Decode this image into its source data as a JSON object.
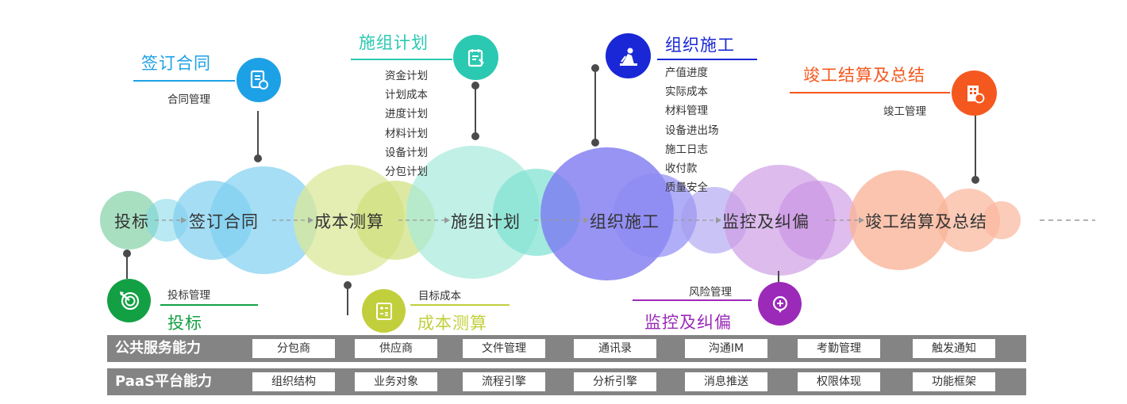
{
  "flow": {
    "steps": [
      "投标",
      "签订合同",
      "成本测算",
      "施组计划",
      "组织施工",
      "监控及纠偏",
      "竣工结算及总结"
    ]
  },
  "stages": {
    "bid": {
      "title": "投标",
      "items": [
        "投标管理"
      ],
      "color": "#13a044"
    },
    "contract": {
      "title": "签订合同",
      "items": [
        "合同管理"
      ],
      "color": "#1da1e6"
    },
    "cost": {
      "title": "成本测算",
      "items": [
        "目标成本"
      ],
      "color": "#c2cf3c"
    },
    "plan": {
      "title": "施组计划",
      "items": [
        "资金计划",
        "计划成本",
        "进度计划",
        "材料计划",
        "设备计划",
        "分包计划"
      ],
      "color": "#2bc9b1"
    },
    "construct": {
      "title": "组织施工",
      "items": [
        "产值进度",
        "实际成本",
        "材料管理",
        "设备进出场",
        "施工日志",
        "收付款",
        "质量安全"
      ],
      "color": "#1a27d6"
    },
    "monitor": {
      "title": "监控及纠偏",
      "items": [
        "风险管理"
      ],
      "color": "#9b2ab9"
    },
    "settle": {
      "title": "竣工结算及总结",
      "items": [
        "竣工管理"
      ],
      "color": "#f4581e"
    }
  },
  "public_services": {
    "label": "公共服务能力",
    "items": [
      "分包商",
      "供应商",
      "文件管理",
      "通讯录",
      "沟通IM",
      "考勤管理",
      "触发通知"
    ]
  },
  "paas": {
    "label": "PaaS平台能力",
    "items": [
      "组织结构",
      "业务对象",
      "流程引擎",
      "分析引擎",
      "消息推送",
      "权限体现",
      "功能框架"
    ]
  }
}
